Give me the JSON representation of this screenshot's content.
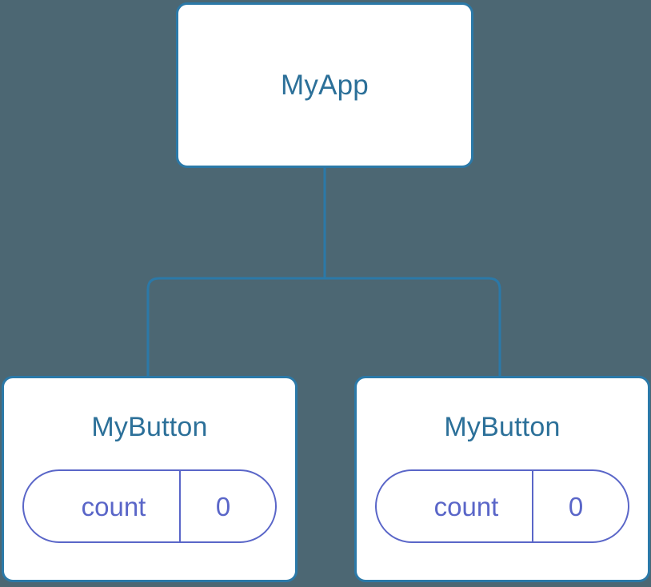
{
  "diagram": {
    "title": "component-tree",
    "background_color": "#4c6773",
    "edge_color": "#2b79a8",
    "node_border_color": "#2b79a8",
    "node_fill_color": "#ffffff",
    "node_title_color": "#2c7099",
    "state_pill_color": "#5a66c8"
  },
  "root": {
    "label": "MyApp"
  },
  "children": [
    {
      "label": "MyButton",
      "state": {
        "key": "count",
        "value": "0"
      }
    },
    {
      "label": "MyButton",
      "state": {
        "key": "count",
        "value": "0"
      }
    }
  ]
}
